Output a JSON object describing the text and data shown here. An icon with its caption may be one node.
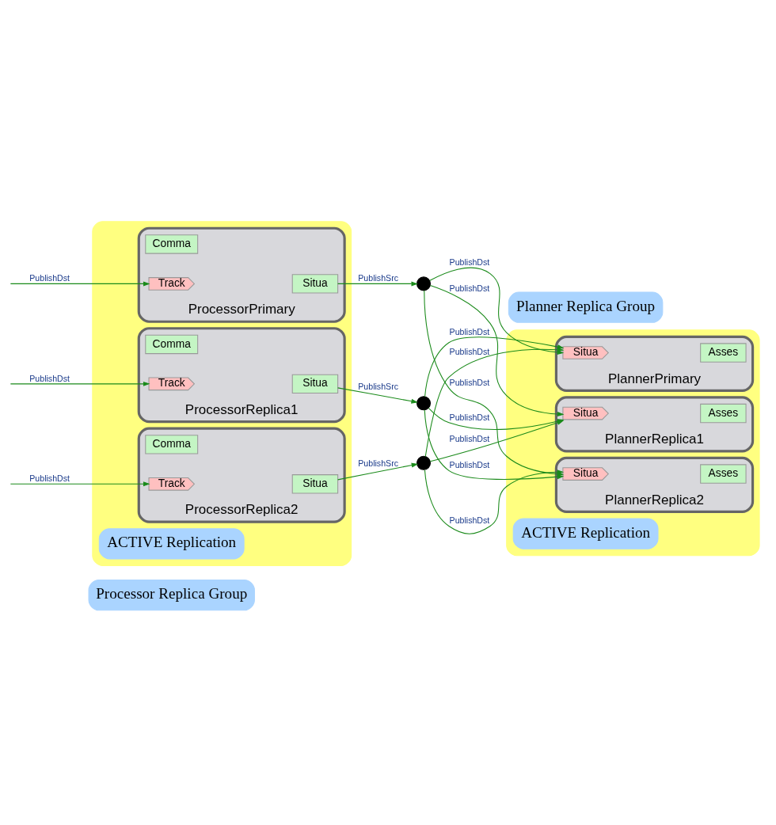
{
  "diagram": {
    "nodes": [
      {
        "text": [
          "Processor Replica Group"
        ]
      },
      {
        "text": [],
        "shape": "box"
      },
      {
        "text": [
          "ProcessorPrimary"
        ],
        "in": 1
      },
      {
        "text": [
          "Comma"
        ],
        "in": 2
      },
      {
        "text": [
          "Track"
        ],
        "in": 2
      },
      {
        "text": [
          "Situa"
        ],
        "in": 2
      },
      {
        "text": [
          "ProcessorReplica1"
        ],
        "in": 1
      },
      {
        "text": [
          "Comma"
        ],
        "in": 6
      },
      {
        "text": [
          "Track"
        ],
        "in": 6
      },
      {
        "text": [
          "Situa"
        ],
        "in": 6
      },
      {
        "text": [
          "ProcessorReplica2"
        ],
        "in": 1
      },
      {
        "text": [
          "Comma"
        ],
        "in": 10
      },
      {
        "text": [
          "Track"
        ],
        "in": 10
      },
      {
        "text": [
          "Situa"
        ],
        "in": 10
      },
      {
        "text": [
          "ACTIVE Replication"
        ],
        "in": 1
      },
      {
        "text": [],
        "shape": "circle"
      },
      {
        "text": [],
        "shape": "circle"
      },
      {
        "text": [],
        "shape": "circle"
      },
      {
        "text": [
          "Planner Replica Group"
        ]
      },
      {
        "text": [],
        "shape": "box"
      },
      {
        "text": [
          "PlannerPrimary"
        ],
        "in": 19
      },
      {
        "text": [
          "Situa"
        ],
        "in": 20
      },
      {
        "text": [
          "Asses"
        ],
        "in": 20
      },
      {
        "text": [
          "PlannerReplica1"
        ],
        "in": 19
      },
      {
        "text": [
          "Situa"
        ],
        "in": 23
      },
      {
        "text": [
          "Asses"
        ],
        "in": 23
      },
      {
        "text": [
          "PlannerReplica2"
        ],
        "in": 19
      },
      {
        "text": [
          "Situa"
        ],
        "in": 26
      },
      {
        "text": [
          "Asses"
        ],
        "in": 26
      },
      {
        "text": [
          "ACTIVE Replication"
        ],
        "in": 19
      }
    ],
    "edges": [
      {
        "from": null,
        "to": 4,
        "arrow": "to",
        "label": "PublishDst"
      },
      {
        "from": null,
        "to": 8,
        "arrow": "to",
        "label": "PublishDst"
      },
      {
        "from": null,
        "to": 12,
        "arrow": "to",
        "label": "PublishDst"
      },
      {
        "from": 5,
        "to": 15,
        "arrow": "to",
        "label": "PublishSrc"
      },
      {
        "from": 9,
        "to": 16,
        "arrow": "to",
        "label": "PublishSrc"
      },
      {
        "from": 13,
        "to": 17,
        "arrow": "to",
        "label": "PublishSrc"
      },
      {
        "from": 15,
        "to": 21,
        "arrow": "to",
        "label": "PublishDst"
      },
      {
        "from": 15,
        "to": 24,
        "arrow": "to",
        "label": "PublishDst"
      },
      {
        "from": 15,
        "to": 27,
        "arrow": "to",
        "label": "PublishDst"
      },
      {
        "from": 16,
        "to": 21,
        "arrow": "to",
        "label": "PublishDst"
      },
      {
        "from": 16,
        "to": 24,
        "arrow": "to",
        "label": "PublishDst"
      },
      {
        "from": 16,
        "to": 27,
        "arrow": "to",
        "label": "PublishDst"
      },
      {
        "from": 17,
        "to": 21,
        "arrow": "to",
        "label": "PublishDst"
      },
      {
        "from": 17,
        "to": 24,
        "arrow": "to",
        "label": "PublishDst"
      },
      {
        "from": 17,
        "to": 27,
        "arrow": "to",
        "label": "PublishDst"
      }
    ]
  }
}
